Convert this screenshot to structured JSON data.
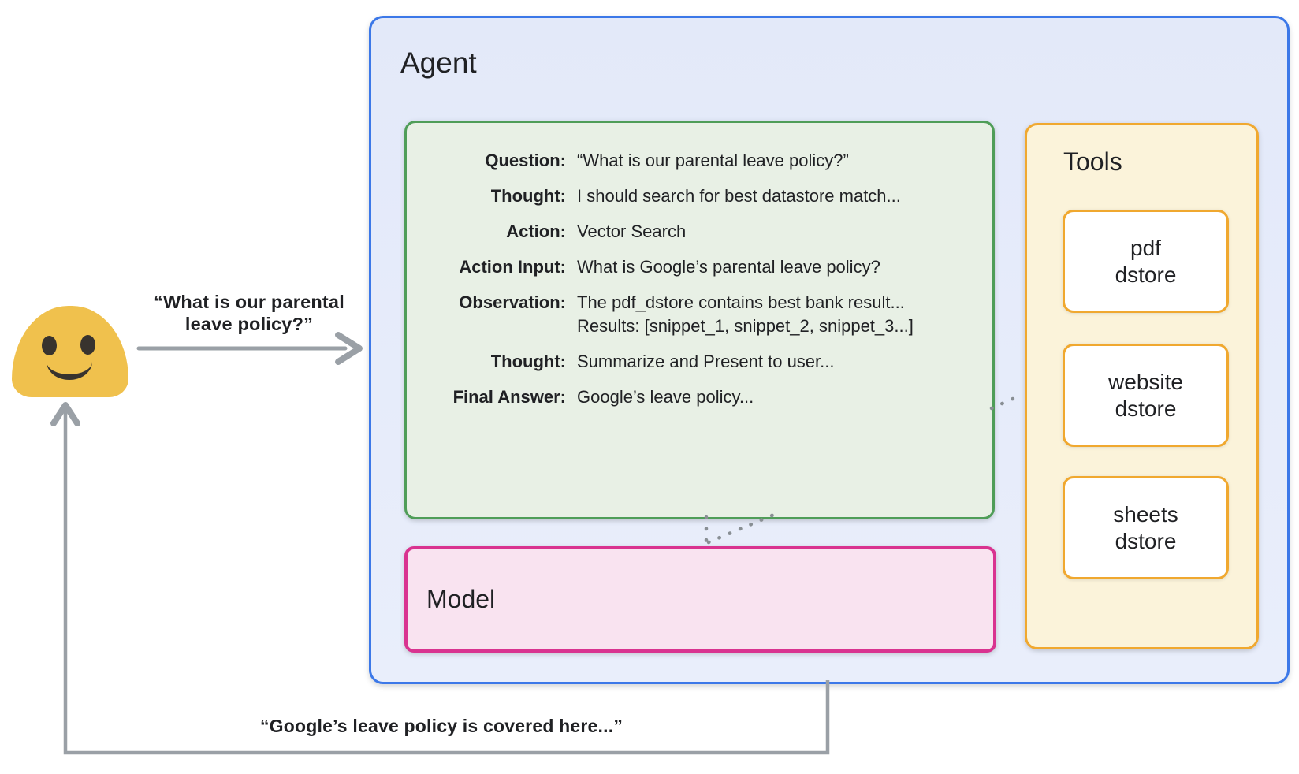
{
  "diagram": {
    "background_color": "#ffffff",
    "user": {
      "icon": "blob-smiley-emoji",
      "body_color": "#F0C14D",
      "face_color": "#38332e"
    },
    "query_arrow": {
      "label_line1": "“What is our parental",
      "label_line2": "leave policy?”",
      "color": "#9aa0a6",
      "direction": "user-to-agent"
    },
    "response_arrow": {
      "label": "“Google’s leave policy is covered here...”",
      "color": "#9aa0a6",
      "direction": "agent-to-user"
    },
    "agent": {
      "title": "Agent",
      "border_color": "#3c78e8",
      "fill_color": "#e6ecfa"
    },
    "trace": {
      "border_color": "#4f9d58",
      "fill_color": "#e8f0e5",
      "rows": [
        {
          "label": "Question:",
          "value": "“What is our parental leave policy?”"
        },
        {
          "label": "Thought:",
          "value": "I should search for best datastore match..."
        },
        {
          "label": "Action:",
          "value": "Vector Search"
        },
        {
          "label": "Action Input:",
          "value": "What is Google’s parental leave policy?"
        },
        {
          "label": "Observation:",
          "value": "The pdf_dstore contains best bank result...",
          "value_line2": "Results: [snippet_1, snippet_2, snippet_3...]"
        },
        {
          "label": "Thought:",
          "value": "Summarize and Present to user..."
        },
        {
          "label": "Final Answer:",
          "value": "Google’s leave policy..."
        }
      ]
    },
    "model": {
      "title": "Model",
      "border_color": "#d93390",
      "fill_color": "#f9e3f0"
    },
    "tools": {
      "title": "Tools",
      "border_color": "#f0a82f",
      "fill_color": "#fbf3da",
      "items": [
        {
          "line1": "pdf",
          "line2": "dstore"
        },
        {
          "line1": "website",
          "line2": "dstore"
        },
        {
          "line1": "sheets",
          "line2": "dstore"
        }
      ]
    },
    "connector_dot_color": "#898f94"
  }
}
